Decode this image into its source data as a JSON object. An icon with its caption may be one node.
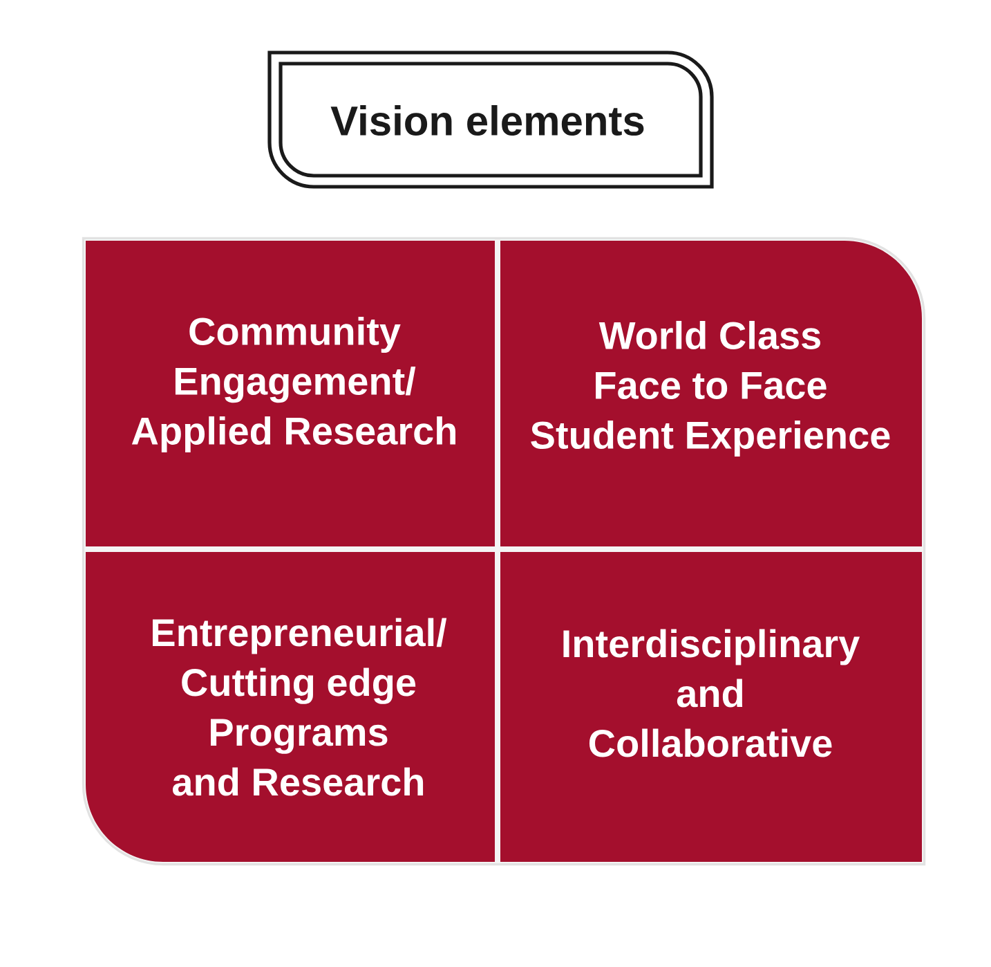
{
  "diagram": {
    "nodes": [
      {
        "text": [
          "Vision elements"
        ]
      },
      {
        "text": [
          "Community Engagement/ Applied Research"
        ]
      },
      {
        "text": [
          "World Class Face to Face Student Experience"
        ]
      },
      {
        "text": [
          "Entrepreneurial/ Cutting edge Programs and Research"
        ]
      },
      {
        "text": [
          "Interdisciplinary and Collaborative"
        ]
      }
    ]
  }
}
